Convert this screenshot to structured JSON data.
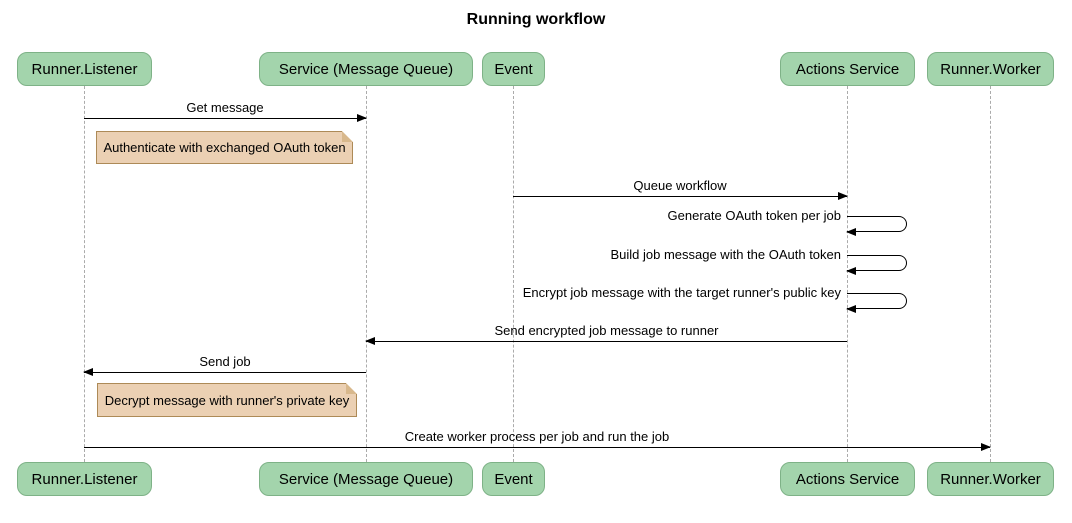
{
  "title": "Running workflow",
  "diagram_type": "sequence-diagram",
  "actors": [
    {
      "label": "Runner.Listener"
    },
    {
      "label": "Service (Message Queue)"
    },
    {
      "label": "Event"
    },
    {
      "label": "Actions Service"
    },
    {
      "label": "Runner.Worker"
    }
  ],
  "messages": [
    {
      "from": "Runner.Listener",
      "to": "Service (Message Queue)",
      "label": "Get message",
      "self": false
    },
    {
      "from": "Event",
      "to": "Actions Service",
      "label": "Queue workflow",
      "self": false
    },
    {
      "from": "Actions Service",
      "to": "Actions Service",
      "label": "Generate OAuth token per job",
      "self": true
    },
    {
      "from": "Actions Service",
      "to": "Actions Service",
      "label": "Build job message with the OAuth token",
      "self": true
    },
    {
      "from": "Actions Service",
      "to": "Actions Service",
      "label": "Encrypt job message with the target runner's public key",
      "self": true
    },
    {
      "from": "Actions Service",
      "to": "Service (Message Queue)",
      "label": "Send encrypted job message to runner",
      "self": false
    },
    {
      "from": "Service (Message Queue)",
      "to": "Runner.Listener",
      "label": "Send job",
      "self": false
    },
    {
      "from": "Runner.Listener",
      "to": "Runner.Worker",
      "label": "Create worker process per job and run the job",
      "self": false
    }
  ],
  "notes": [
    {
      "over": "Runner.Listener",
      "text": "Authenticate with exchanged OAuth token"
    },
    {
      "over": "Runner.Listener",
      "text": "Decrypt message with runner's private key"
    }
  ],
  "colors": {
    "actor_fill": "#A3D4AC",
    "actor_border": "#7EB287",
    "note_fill": "#EBD0B3",
    "note_border": "#AD8A57",
    "lifeline": "#ABABAB",
    "message": "#000000"
  }
}
